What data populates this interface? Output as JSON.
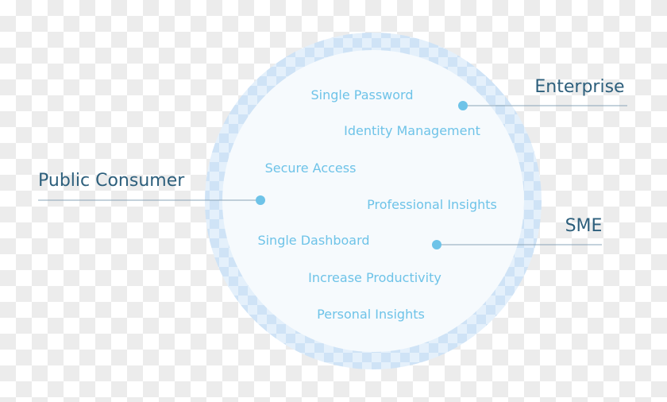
{
  "colors": {
    "ring": "#cfe3f6",
    "ring_check": "#e4f0fb",
    "inner": "#f6fafd",
    "feature_text": "#6ec3e8",
    "segment_text": "#2d5f7c",
    "dot": "#6ec3e8",
    "line": "#8aa4b8"
  },
  "features": [
    "Single Password",
    "Identity Management",
    "Secure Access",
    "Professional Insights",
    "Single Dashboard",
    "Increase Productivity",
    "Personal Insights"
  ],
  "segments": {
    "enterprise": "Enterprise",
    "public_consumer": "Public Consumer",
    "sme": "SME"
  }
}
